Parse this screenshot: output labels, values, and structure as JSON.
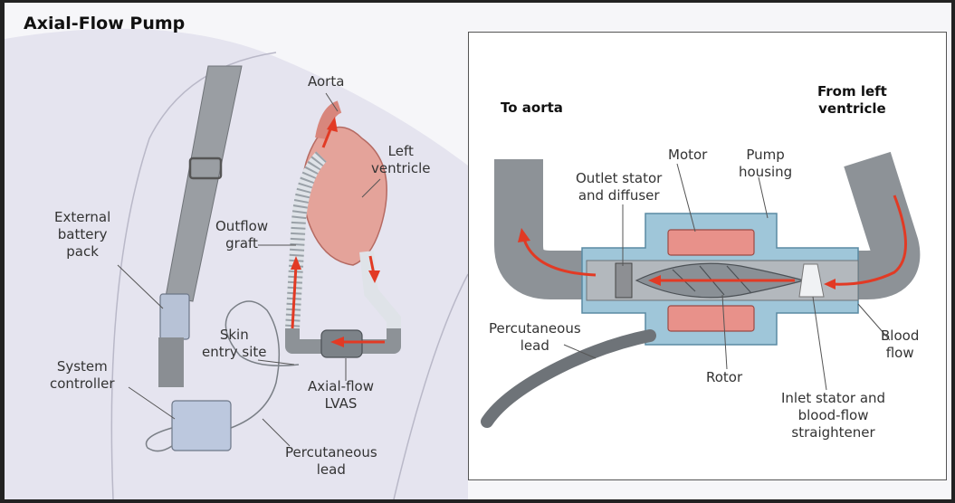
{
  "title": "Axial-Flow Pump",
  "body_labels": {
    "aorta": "Aorta",
    "left_ventricle": "Left\nventricle",
    "outflow_graft": "Outflow\ngraft",
    "external_battery_pack": "External\nbattery\npack",
    "skin_entry_site": "Skin\nentry site",
    "system_controller": "System\ncontroller",
    "axial_flow_lvas": "Axial-flow\nLVAS",
    "percutaneous_lead": "Percutaneous\nlead"
  },
  "inset_labels": {
    "to_aorta": "To aorta",
    "from_left_ventricle": "From left\nventricle",
    "motor": "Motor",
    "pump_housing": "Pump\nhousing",
    "outlet_stator": "Outlet stator\nand diffuser",
    "percutaneous_lead": "Percutaneous\nlead",
    "rotor": "Rotor",
    "blood_flow": "Blood\nflow",
    "inlet_stator": "Inlet stator and\nblood-flow\nstraightener"
  },
  "colors": {
    "background": "#f6f6f9",
    "blood_arrow": "#e23a24",
    "motor_coil": "#e8918a",
    "housing": "#9fc6d9",
    "tube": "#8d9297",
    "skin": "#e5e4ef"
  }
}
